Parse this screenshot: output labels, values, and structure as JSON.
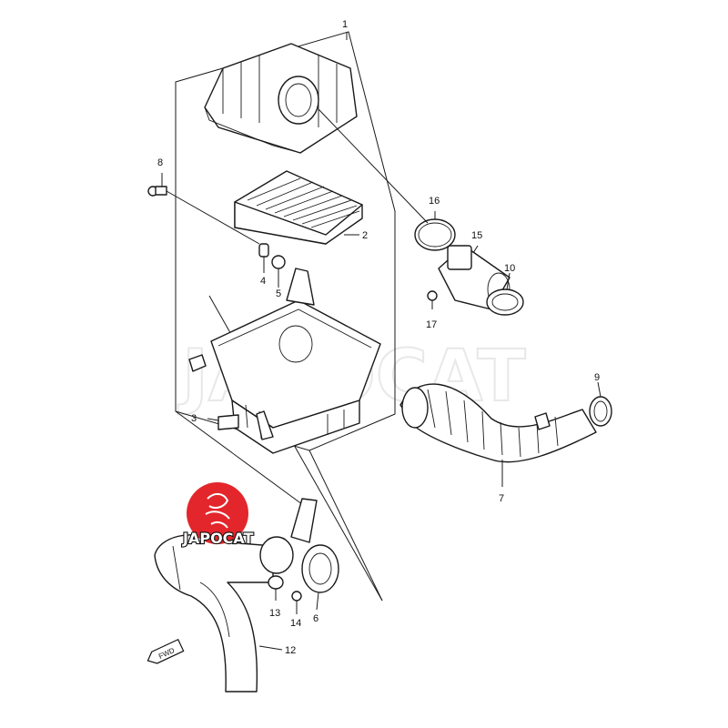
{
  "watermark": "JAPOCAT",
  "logo": {
    "text": "JAPOCAT",
    "color": "#e3262b"
  },
  "fwd_label": "FWD",
  "callouts": [
    {
      "id": "1",
      "text": "1"
    },
    {
      "id": "2",
      "text": "2"
    },
    {
      "id": "3",
      "text": "3"
    },
    {
      "id": "4",
      "text": "4"
    },
    {
      "id": "5",
      "text": "5"
    },
    {
      "id": "6",
      "text": "6"
    },
    {
      "id": "7",
      "text": "7"
    },
    {
      "id": "8",
      "text": "8"
    },
    {
      "id": "9",
      "text": "9"
    },
    {
      "id": "10",
      "text": "10"
    },
    {
      "id": "12",
      "text": "12"
    },
    {
      "id": "13",
      "text": "13"
    },
    {
      "id": "14",
      "text": "14"
    },
    {
      "id": "15",
      "text": "15"
    },
    {
      "id": "16",
      "text": "16"
    },
    {
      "id": "17",
      "text": "17"
    }
  ]
}
